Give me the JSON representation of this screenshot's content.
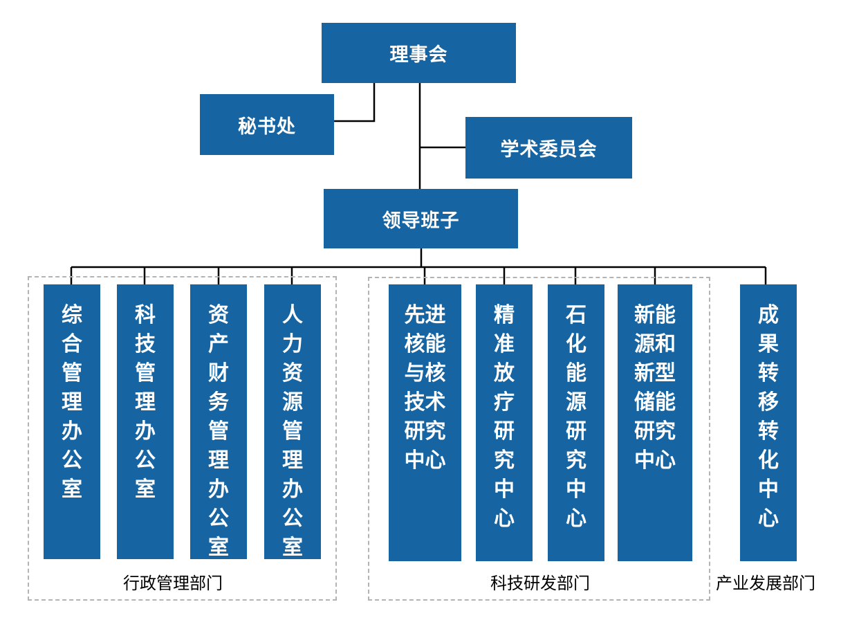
{
  "top": {
    "board": "理事会",
    "secretariat": "秘书处",
    "academic": "学术委员会",
    "leadership": "领导班子"
  },
  "departments": [
    {
      "id": "d1",
      "label": "综合管理办公室",
      "display": "综\n合\n管\n理\n办\n公\n室"
    },
    {
      "id": "d2",
      "label": "科技管理办公室",
      "display": "科\n技\n管\n理\n办\n公\n室"
    },
    {
      "id": "d3",
      "label": "资产财务管理办公室",
      "display": "资\n产\n财\n务\n管\n理\n办\n公\n室"
    },
    {
      "id": "d4",
      "label": "人力资源管理办公室",
      "display": "人\n力\n资\n源\n管\n理\n办\n公\n室"
    },
    {
      "id": "d5",
      "label": "先进核能与核技术研究中心",
      "display": "先进\n核能\n与核\n技术\n研究\n中心"
    },
    {
      "id": "d6",
      "label": "精准放疗研究中心",
      "display": "精\n准\n放\n疗\n研\n究\n中\n心"
    },
    {
      "id": "d7",
      "label": "石化能源研究中心",
      "display": "石\n化\n能\n源\n研\n究\n中\n心"
    },
    {
      "id": "d8",
      "label": "新能源和新型储能研究中心",
      "display": "新能\n源和\n新型\n储能\n研究\n中心"
    },
    {
      "id": "d9",
      "label": "成果转移转化中心",
      "display": "成\n果\n转\n移\n转\n化\n中\n心"
    }
  ],
  "groups": {
    "admin": "行政管理部门",
    "research": "科技研发部门",
    "industry": "产业发展部门"
  },
  "colors": {
    "box": "#1764a2",
    "line": "#000000",
    "dash": "#b3b3b3"
  }
}
